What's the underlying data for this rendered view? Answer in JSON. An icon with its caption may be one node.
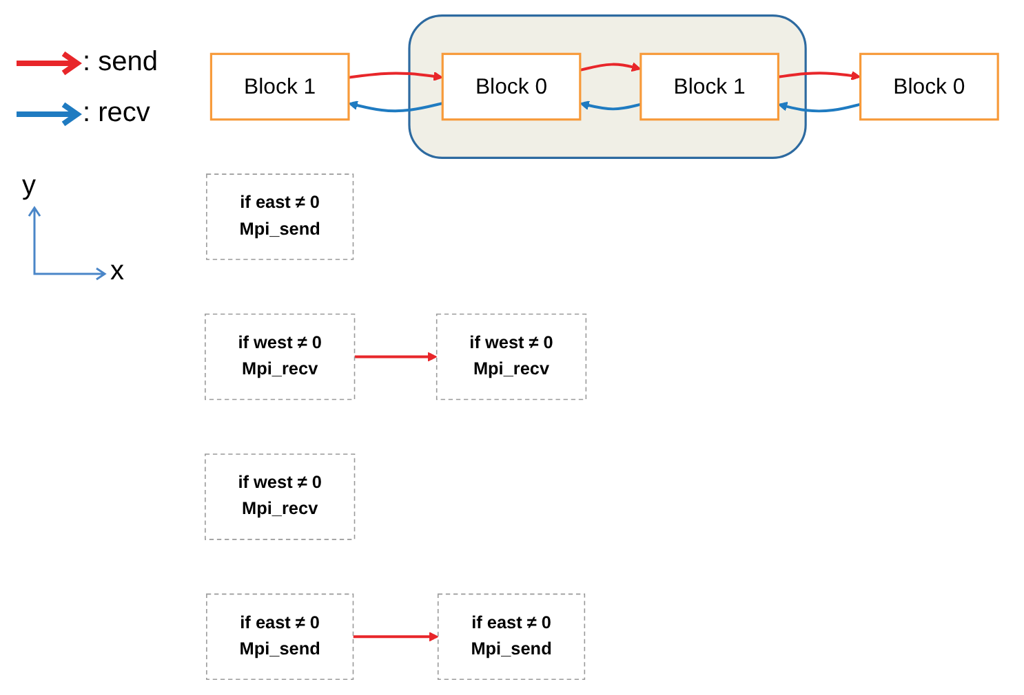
{
  "diagram": {
    "nodes": [
      {
        "text": [
          "Block 1"
        ]
      },
      {
        "text": [],
        "shape": "box"
      },
      {
        "text": [
          "Block 0"
        ],
        "in": 1
      },
      {
        "text": [
          "Block 1"
        ],
        "in": 1
      },
      {
        "text": [
          "Block 0"
        ]
      },
      {
        "text": [
          "if east ≠ 0",
          "Mpi_send"
        ]
      },
      {
        "text": [
          "if east ≠ 0",
          "Mpi_send"
        ]
      },
      {
        "text": [
          "if west ≠ 0",
          "Mpi_recv"
        ]
      },
      {
        "text": [
          "if west ≠ 0",
          "Mpi_recv"
        ]
      },
      {
        "text": [
          "if west ≠ 0",
          "Mpi_recv"
        ]
      },
      {
        "text": [
          "if east ≠ 0",
          "Mpi_send"
        ]
      }
    ],
    "edges": [
      {
        "from": 0,
        "to": 2,
        "arrow": "to"
      },
      {
        "from": 2,
        "to": 0,
        "arrow": "to",
        "color": "#1f7bc1"
      },
      {
        "from": 2,
        "to": 3,
        "arrow": "to"
      },
      {
        "from": 3,
        "to": 2,
        "arrow": "to",
        "color": "#1f7bc1"
      },
      {
        "from": 3,
        "to": 4,
        "arrow": "to"
      },
      {
        "from": 4,
        "to": 3,
        "arrow": "to",
        "color": "#1f7bc1"
      },
      {
        "from": 6,
        "to": 10,
        "arrow": "to"
      },
      {
        "from": 9,
        "to": 7,
        "arrow": "to"
      }
    ],
    "labels": [
      "y",
      "x"
    ],
    "legend": [
      {
        "text": ": send"
      },
      {
        "text": ": recv"
      }
    ]
  }
}
